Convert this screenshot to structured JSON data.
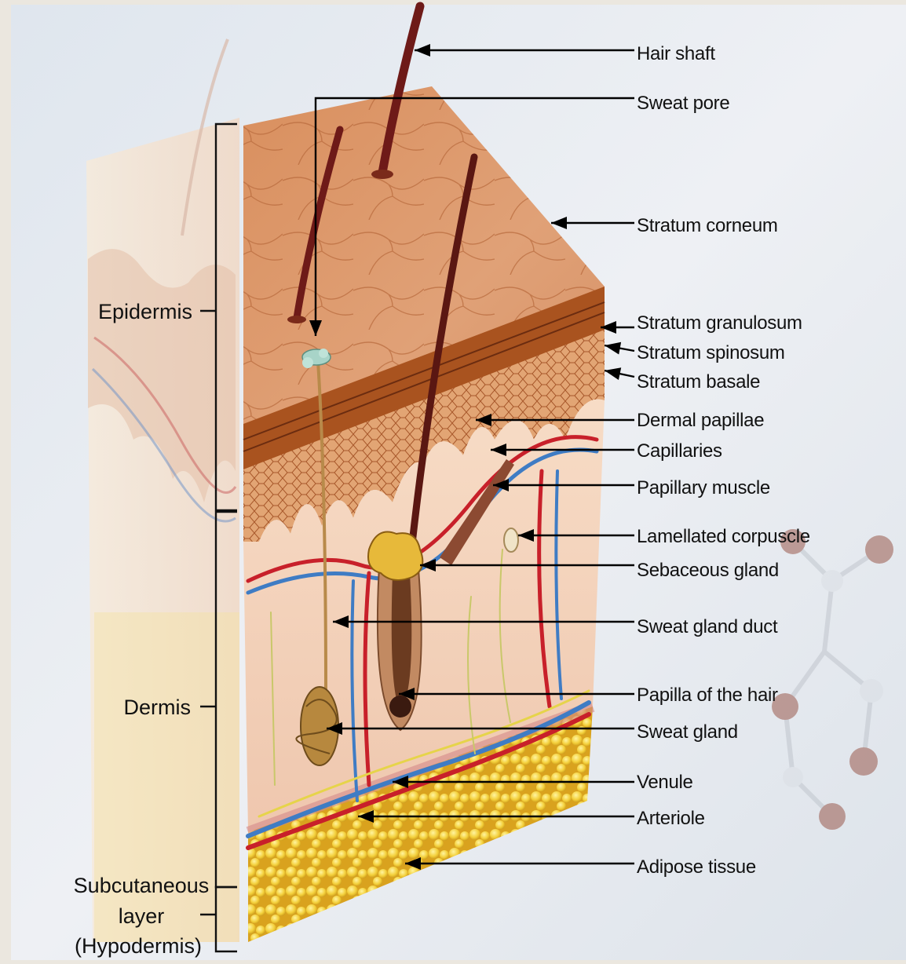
{
  "diagram": {
    "labels": {
      "hair_shaft": "Hair shaft",
      "sweat_pore": "Sweat pore",
      "stratum_corneum": "Stratum corneum",
      "stratum_granulosum": "Stratum granulosum",
      "stratum_spinosum": "Stratum spinosum",
      "stratum_basale": "Stratum basale",
      "dermal_papillae": "Dermal papillae",
      "capillaries": "Capillaries",
      "papillary_muscle": "Papillary muscle",
      "lamellated_corpuscle": "Lamellated corpuscle",
      "sebaceous_gland": "Sebaceous gland",
      "sweat_gland_duct": "Sweat gland duct",
      "papilla_of_hair": "Papilla of the hair",
      "sweat_gland": "Sweat gland",
      "venule": "Venule",
      "arteriole": "Arteriole",
      "adipose_tissue": "Adipose tissue"
    },
    "regions": {
      "epidermis": "Epidermis",
      "dermis": "Dermis",
      "subcutaneous_line1": "Subcutaneous",
      "subcutaneous_line2": "layer",
      "subcutaneous_line3": "(Hypodermis)"
    }
  }
}
